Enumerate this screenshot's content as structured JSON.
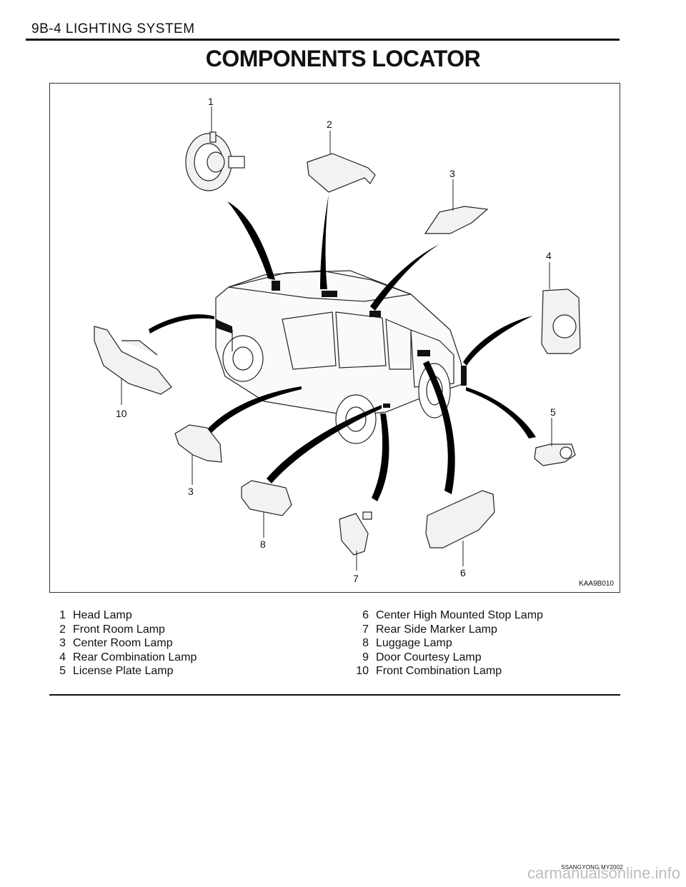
{
  "header": {
    "section": "9B-4  LIGHTING SYSTEM"
  },
  "title": "COMPONENTS LOCATOR",
  "figure": {
    "code": "KAA9B010",
    "callouts": [
      "1",
      "2",
      "3",
      "4",
      "5",
      "10",
      "3",
      "8",
      "7",
      "6"
    ]
  },
  "legend": {
    "left": [
      {
        "num": "1",
        "label": "Head Lamp"
      },
      {
        "num": "2",
        "label": "Front Room Lamp"
      },
      {
        "num": "3",
        "label": "Center Room Lamp"
      },
      {
        "num": "4",
        "label": "Rear Combination Lamp"
      },
      {
        "num": "5",
        "label": "License Plate Lamp"
      }
    ],
    "right": [
      {
        "num": "6",
        "label": "Center High Mounted Stop Lamp"
      },
      {
        "num": "7",
        "label": "Rear Side Marker Lamp"
      },
      {
        "num": "8",
        "label": "Luggage Lamp"
      },
      {
        "num": "9",
        "label": "Door Courtesy Lamp"
      },
      {
        "num": "10",
        "label": "Front Combination Lamp"
      }
    ]
  },
  "footer": {
    "model": "SSANGYONG  MY2002"
  },
  "watermark": "carmanualsonline.info"
}
